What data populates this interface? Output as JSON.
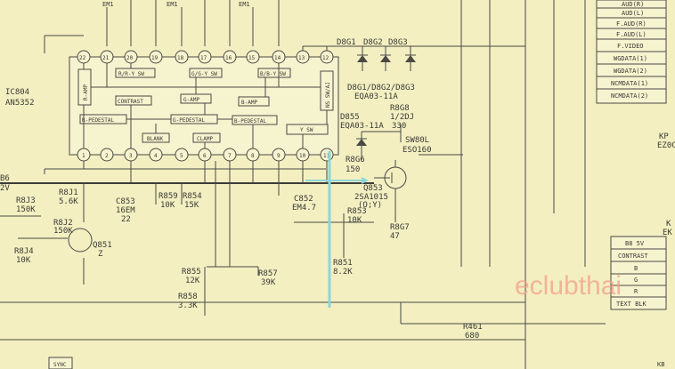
{
  "top_labels": [
    "EM1",
    "EM1",
    "EM1"
  ],
  "left_edge": {
    "b6": "B6",
    "v2": "2V"
  },
  "ic": {
    "ref": "IC804",
    "part": "AN5352",
    "top_pins": [
      "22",
      "21",
      "20",
      "19",
      "18",
      "17",
      "16",
      "15",
      "14",
      "13",
      "12"
    ],
    "bottom_pins": [
      "1",
      "2",
      "3",
      "4",
      "5",
      "6",
      "7",
      "8",
      "9",
      "10",
      "11"
    ],
    "blocks": {
      "r_amp": "R-AMP",
      "rry_sw": "R/R-Y SW",
      "ggy_sw": "G/G-Y SW",
      "bby_sw": "B/B-Y SW",
      "ns_sw": "NS SW/AJ",
      "contrast": "CONTRAST",
      "g_amp": "G-AMP",
      "b_amp": "B-AMP",
      "r_pedestal": "R-PEDESTAL",
      "g_pedestal": "G-PEDESTAL",
      "b_pedestal": "B-PEDESTAL",
      "blank": "BLANK",
      "clamp": "CLAMP",
      "y_sw": "Y SW"
    }
  },
  "labels": {
    "d8g1": "D8G1",
    "d8g2": "D8G2",
    "d8g3": "D8G3",
    "diode_group": "D8G1/D8G2/D8G3",
    "diode_group_part": "EQA03-11A",
    "d855": "D855",
    "d855_part": "EQA03-11A",
    "r8g8": "R8G8",
    "r8g8_power": "1/2DJ",
    "r8g8_value": "330",
    "sw801": "SW80L",
    "sw801_part": "ESO160",
    "r8g6": "R8G6",
    "r8g6_value": "150",
    "q853": "Q853",
    "q853_part": "2SA1015",
    "q853_grade": "(O;Y)",
    "r853": "R853",
    "r853_value": "10K",
    "r8g7": "R8G7",
    "r8g7_value": "47",
    "r8j1": "R8J1",
    "r8j1_value": "5.6K",
    "r8j3": "R8J3",
    "r8j3_value": "150K",
    "r8j2": "R8J2",
    "r8j2_value": "150K",
    "r8j4": "R8J4",
    "r8j4_value": "10K",
    "q851": "Q851",
    "q851_grade": "Z",
    "c853": "C853",
    "c853_rating": "16EM",
    "c853_value": "22",
    "r859": "R859",
    "r859_value": "10K",
    "r854": "R854",
    "r854_value": "15K",
    "c852": "C852",
    "c852_value": "EM4.7",
    "r855": "R855",
    "r855_value": "12K",
    "r857": "R857",
    "r857_value": "39K",
    "r858": "R858",
    "r858_value": "3.3K",
    "r851": "R851",
    "r851_value": "8.2K",
    "r461": "R461",
    "r461_value": "680",
    "sync": "SYNC",
    "kp": "KP",
    "ez": "EZ0C",
    "k": "K",
    "ek": "EK",
    "corner": "KB"
  },
  "connector_list": [
    "AUD(R)",
    "AUD(L)",
    "F.AUD(R)",
    "F.AUD(L)",
    "F.VIDEO",
    "WGDATA(1)",
    "WGDATA(2)",
    "NCMDATA(1)",
    "NCMDATA(2)"
  ],
  "connector_table": [
    "B8 5V",
    "CONTRAST",
    "B",
    "G",
    "R",
    "TEXT BLK"
  ],
  "watermark": "eclubthai"
}
